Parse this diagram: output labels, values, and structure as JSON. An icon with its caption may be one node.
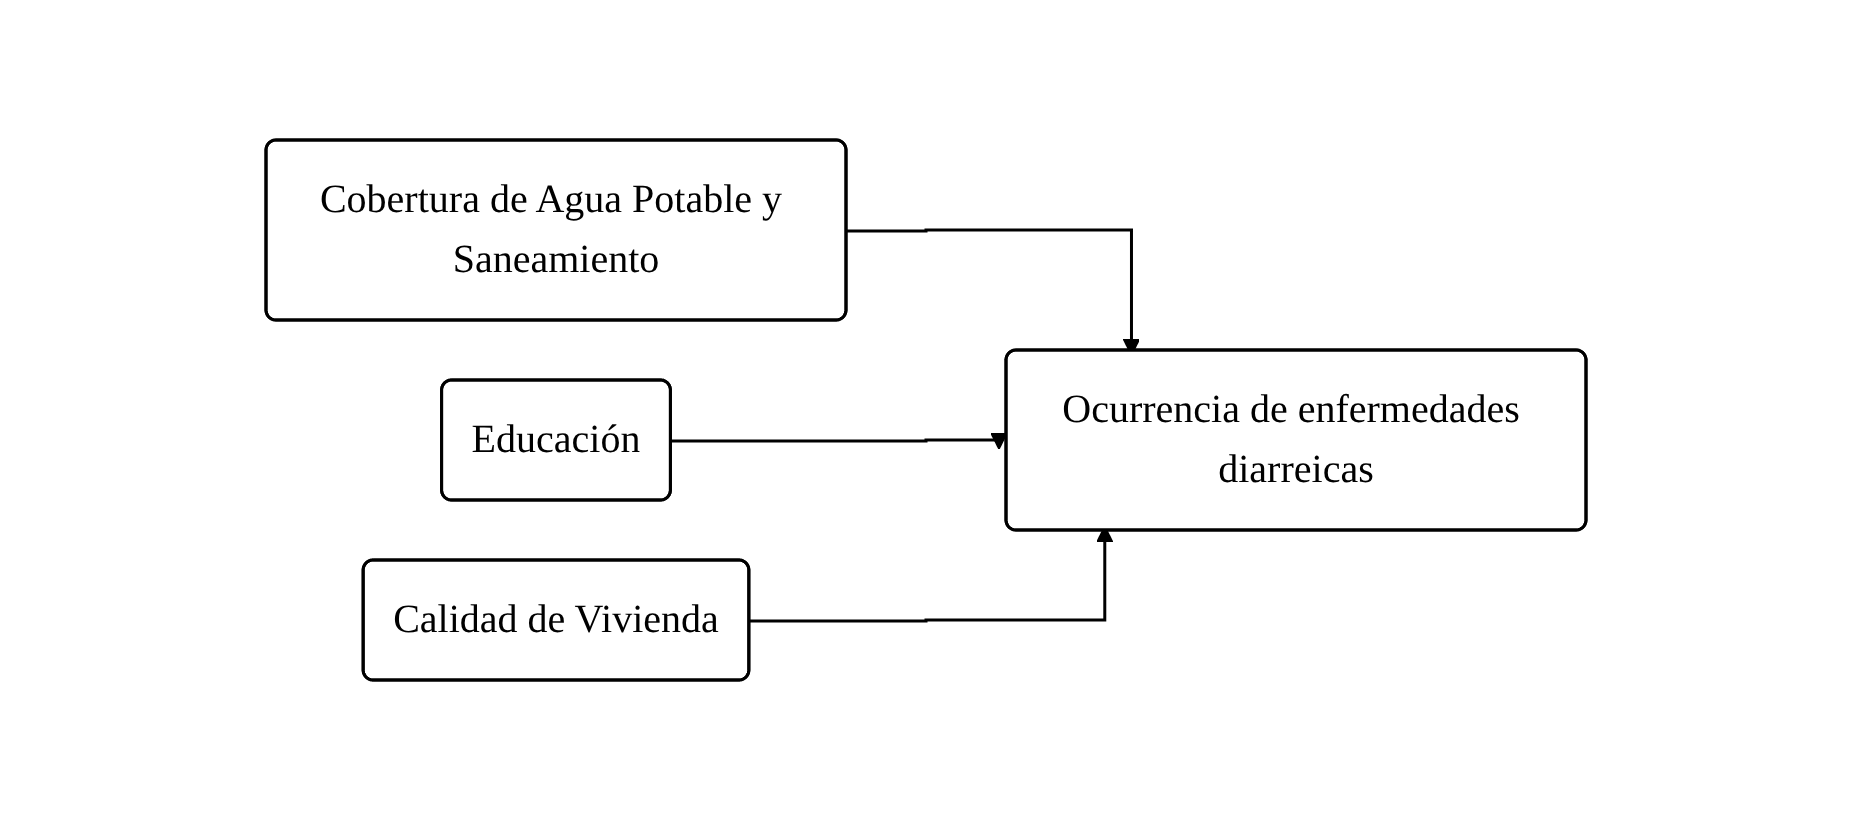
{
  "diagram": {
    "nodes": [
      {
        "text": [
          "Cobertura de Agua Potable y Saneamiento"
        ]
      },
      {
        "text": [
          "Educación"
        ]
      },
      {
        "text": [
          "Calidad de Vivienda"
        ]
      },
      {
        "text": [
          "Ocurrencia de enfermedades diarreicas"
        ]
      }
    ],
    "edges": [
      {
        "from": 0,
        "to": 3,
        "arrow": "to"
      },
      {
        "from": 1,
        "to": 3,
        "arrow": "to"
      },
      {
        "from": 2,
        "to": 3,
        "arrow": "to"
      }
    ]
  }
}
